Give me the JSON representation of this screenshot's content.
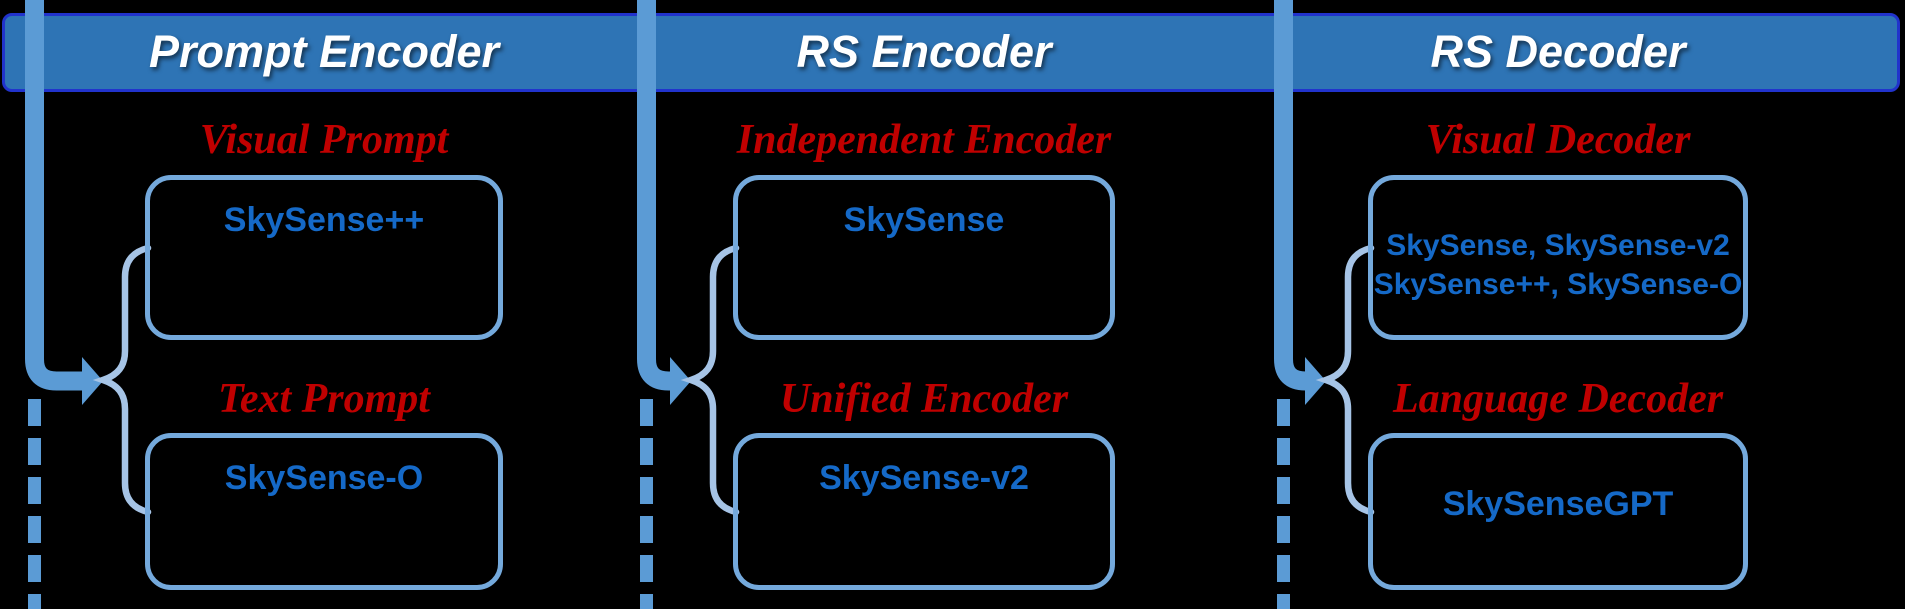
{
  "colors": {
    "background": "#000000",
    "accent_bar": "#5B9BD5",
    "header_fill": "#2E74B5",
    "header_border": "#2133CC",
    "box_border": "#74A9DC",
    "brace": "#A6C4E6",
    "label_red": "#C00000",
    "model_blue": "#1569C7",
    "title_white": "#FFFFFF"
  },
  "columns": [
    {
      "title": "Prompt Encoder",
      "sections": [
        {
          "label": "Visual Prompt",
          "lines": [
            "SkySense++"
          ]
        },
        {
          "label": "Text Prompt",
          "lines": [
            "SkySense-O"
          ]
        }
      ]
    },
    {
      "title": "RS Encoder",
      "sections": [
        {
          "label": "Independent Encoder",
          "lines": [
            "SkySense"
          ]
        },
        {
          "label": "Unified Encoder",
          "lines": [
            "SkySense-v2"
          ]
        }
      ]
    },
    {
      "title": "RS Decoder",
      "sections": [
        {
          "label": "Visual Decoder",
          "lines": [
            "SkySense, SkySense-v2",
            "SkySense++, SkySense-O"
          ]
        },
        {
          "label": "Language Decoder",
          "lines": [
            "SkySenseGPT"
          ]
        }
      ]
    }
  ]
}
